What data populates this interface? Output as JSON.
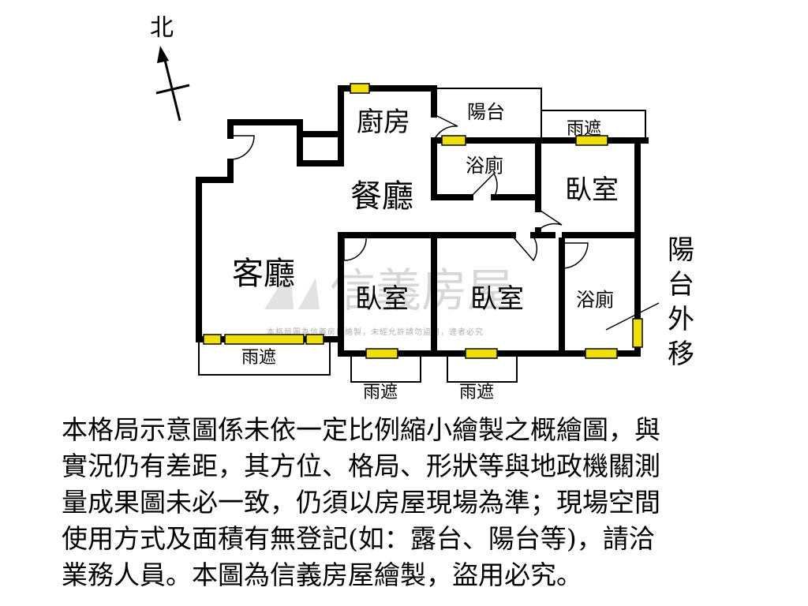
{
  "compass": {
    "label": "北"
  },
  "rooms": {
    "kitchen": "廚房",
    "balcony": "陽台",
    "dining": "餐廳",
    "bath_top": "浴廁",
    "bedroom_ne": "臥室",
    "living": "客廳",
    "bedroom_mid": "臥室",
    "bedroom_center": "臥室",
    "bath_east": "浴廁"
  },
  "canopies": {
    "top_right": "雨遮",
    "bottom_left": "雨遮",
    "bottom_mid1": "雨遮",
    "bottom_mid2": "雨遮"
  },
  "balcony_moved": [
    "陽",
    "台",
    "外",
    "移"
  ],
  "watermark": {
    "brand": "信義房屋",
    "note": "本格局圖為信義房屋繪製，未經允許請勿盜用，違者必究"
  },
  "disclaimer": {
    "lines": [
      "本格局示意圖係未依一定比例縮小繪製之概繪圖，與",
      "實況仍有差距，其方位、格局、形狀等與地政機關測",
      "量成果圖未必一致，仍須以房屋現場為準；現場空間",
      "使用方式及面積有無登記(如：露台、陽台等)，請洽",
      "業務人員。本圖為信義房屋繪製，盜用必究。"
    ]
  },
  "colors": {
    "wall": "#000000",
    "window": "#f0e000",
    "watermark": "#b8b8b8"
  }
}
